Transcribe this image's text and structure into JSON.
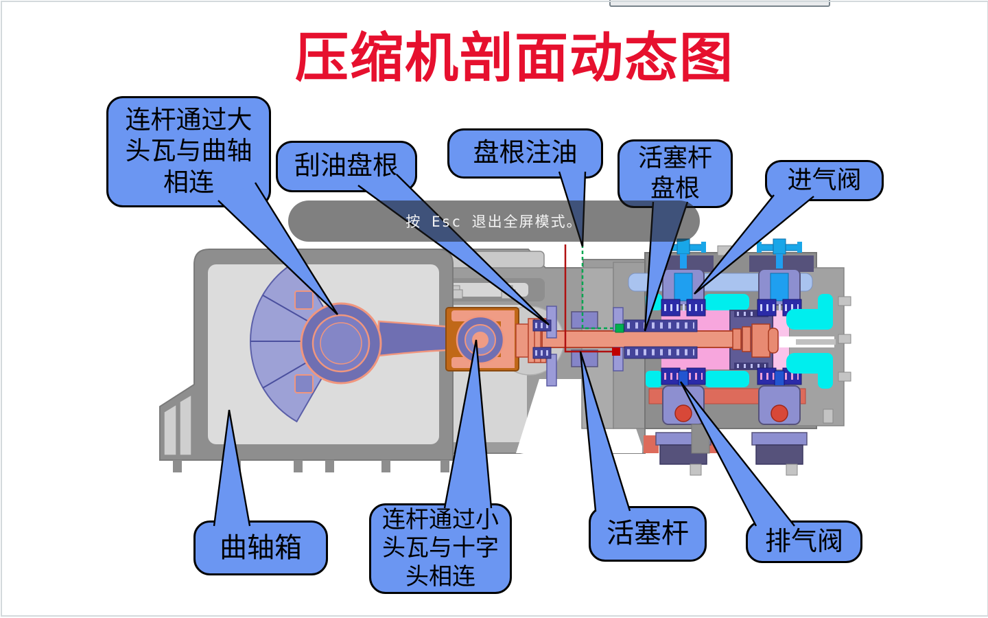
{
  "title": {
    "text": "压缩机剖面动态图",
    "color": "#e6102e"
  },
  "fullscreen_toast": {
    "text": "按 Esc 退出全屏模式。",
    "text_color": "#f4f4f4",
    "bg": "rgba(28,28,28,0.56)"
  },
  "callouts": [
    {
      "id": "conrod-big-end",
      "text": "连杆通过大\n头瓦与曲轴\n相连",
      "target": "crankshaft big-end bearing"
    },
    {
      "id": "oil-scraper-packing",
      "text": "刮油盘根",
      "target": "oil scraper packing"
    },
    {
      "id": "packing-oil-injection",
      "text": "盘根注油",
      "target": "packing oil line"
    },
    {
      "id": "piston-rod-packing",
      "text": "活塞杆\n盘根",
      "target": "piston rod packing"
    },
    {
      "id": "intake-valve",
      "text": "进气阀",
      "target": "suction valve"
    },
    {
      "id": "crankcase",
      "text": "曲轴箱",
      "target": "crankcase"
    },
    {
      "id": "conrod-small-end",
      "text": "连杆通过小\n头瓦与十字\n头相连",
      "target": "crosshead small-end bearing"
    },
    {
      "id": "piston-rod",
      "text": "活塞杆",
      "target": "piston rod"
    },
    {
      "id": "exhaust-valve",
      "text": "排气阀",
      "target": "discharge valve"
    }
  ],
  "colors": {
    "callout_fill": "#6b96f2",
    "callout_border": "#000000",
    "casing_gray": "#8e8e8e",
    "casing_light": "#dcdcdc",
    "frame_gray": "#9c9c9c",
    "panel_light": "#d6d6d6",
    "fan_purple": "#9da1d6",
    "conrod_purple": "#6f6fb2",
    "conrod_outline_salmon": "#f0967e",
    "crosshead_orange": "#c06818",
    "rod_salmon": "#ec9780",
    "rod_outline": "#b5432c",
    "packing_navy": "#44449a",
    "packing_lavender": "#9b9bd8",
    "cylinder_pink": "#f7a6dd",
    "gas_cyan": "#00eeee",
    "valve_blue": "#1f9ff0",
    "valve_navy": "#2b2ba8",
    "cover_dark_purple": "#56527b",
    "plenum_blue": "#a9c3ef",
    "discharge_salmon": "#dd6b5b",
    "oil_line_green": "#00a650",
    "oil_line_red": "#b01010"
  }
}
